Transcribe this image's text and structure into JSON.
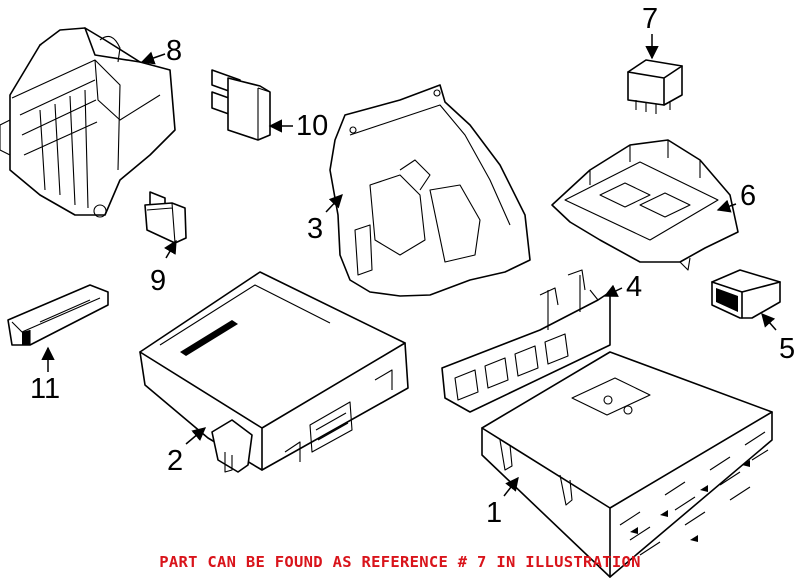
{
  "diagram": {
    "callouts": [
      {
        "id": "1",
        "label": "1"
      },
      {
        "id": "2",
        "label": "2"
      },
      {
        "id": "3",
        "label": "3"
      },
      {
        "id": "4",
        "label": "4"
      },
      {
        "id": "5",
        "label": "5"
      },
      {
        "id": "6",
        "label": "6"
      },
      {
        "id": "7",
        "label": "7"
      },
      {
        "id": "8",
        "label": "8"
      },
      {
        "id": "9",
        "label": "9"
      },
      {
        "id": "10",
        "label": "10"
      },
      {
        "id": "11",
        "label": "11"
      }
    ],
    "footer_note": "PART CAN BE FOUND AS REFERENCE # 7 IN ILLUSTRATION",
    "colors": {
      "line": "#000000",
      "background": "#ffffff",
      "note": "#d9141b"
    }
  }
}
